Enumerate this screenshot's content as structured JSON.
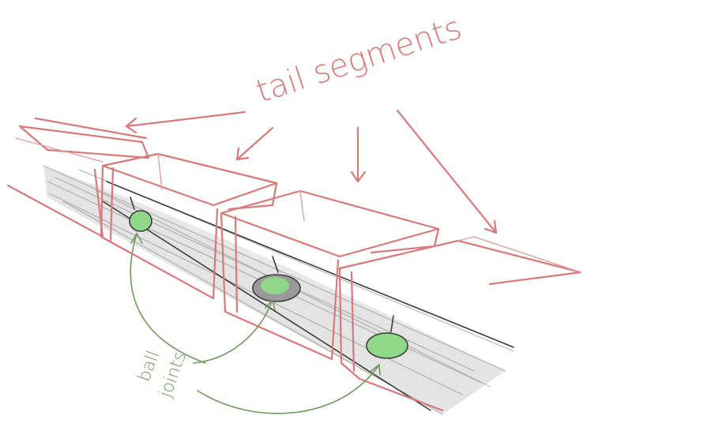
{
  "labels": {
    "segments": "tail segments",
    "joints_line1": "ball",
    "joints_line2": "joints"
  },
  "colors": {
    "segment_outline": "#d9797a",
    "joint_fill": "#8fd88a",
    "joint_annotation": "#6f9a5f",
    "shaft": "#9a9a9a"
  }
}
